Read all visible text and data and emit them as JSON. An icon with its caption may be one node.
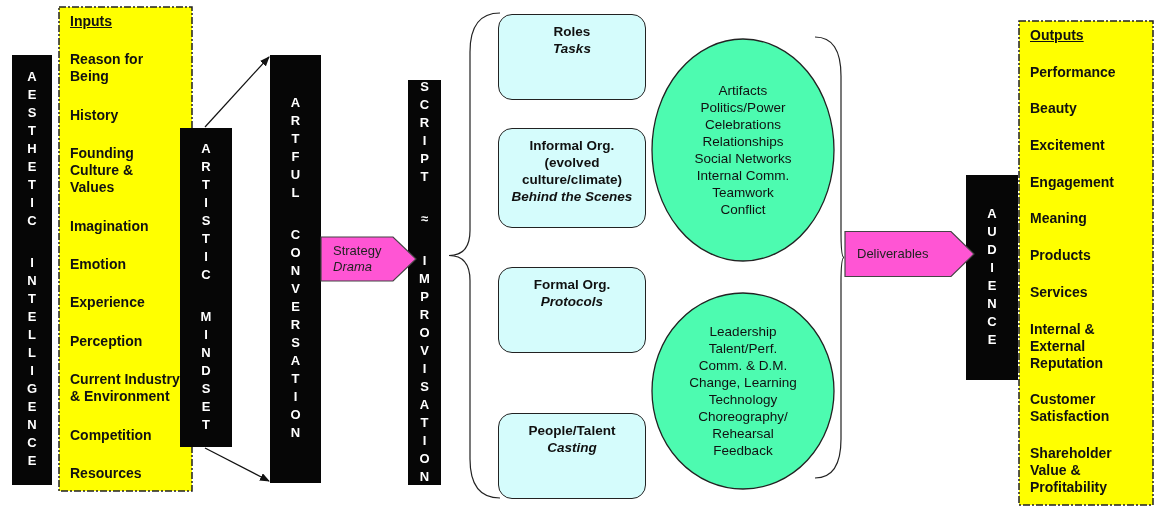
{
  "diagram": {
    "nodes": [
      {
        "text": [
          "AESTHETIC INTELLIGENCE"
        ]
      },
      {
        "text": [
          "Inputs",
          "Reason for Being",
          "History",
          "Founding Culture & Values",
          "Imagination",
          "Emotion",
          "Experience",
          "Perception",
          "Current Industry & Environment",
          "Competition",
          "Resources"
        ]
      },
      {
        "text": [
          "ARTISTIC MINDSET"
        ]
      },
      {
        "text": [
          "ARTFUL CONVERSATION"
        ]
      },
      {
        "text": [
          "SCRIPT ≈ IMPROVISATION"
        ]
      },
      {
        "text": [],
        "shape": "bracket"
      },
      {
        "text": [
          "Roles",
          "Tasks"
        ]
      },
      {
        "text": [
          "Informal Org. (evolved culture/climate)",
          "Behind the Scenes"
        ]
      },
      {
        "text": [
          "Formal Org.",
          "Protocols"
        ]
      },
      {
        "text": [
          "People/Talent",
          "Casting"
        ]
      },
      {
        "text": [
          "Artifacts",
          "Politics/Power",
          "Celebrations",
          "Relationships",
          "Social Networks",
          "Internal Comm.",
          "Teamwork",
          "Conflict"
        ]
      },
      {
        "text": [
          "Leadership",
          "Talent/Perf.",
          "Comm. & D.M.",
          "Change, Learning",
          "Technology",
          "Choreography/ Rehearsal",
          "Feedback"
        ]
      },
      {
        "text": [],
        "shape": "bracket"
      },
      {
        "text": [
          "AUDIENCE"
        ]
      },
      {
        "text": [
          "Outputs",
          "Performance",
          "Beauty",
          "Excitement",
          "Engagement",
          "Meaning",
          "Products",
          "Services",
          "Internal & External Reputation",
          "Customer Satisfaction",
          "Shareholder Value & Profitability"
        ]
      }
    ],
    "edges": [
      {
        "from": 2,
        "to": 3,
        "arrow": "to"
      },
      {
        "from": 2,
        "to": 3,
        "arrow": "to"
      },
      {
        "from": 3,
        "to": 4,
        "arrow": "to",
        "label": "Strategy *Drama*"
      },
      {
        "from": 12,
        "to": 13,
        "arrow": "to",
        "label": "Deliverables"
      }
    ]
  }
}
